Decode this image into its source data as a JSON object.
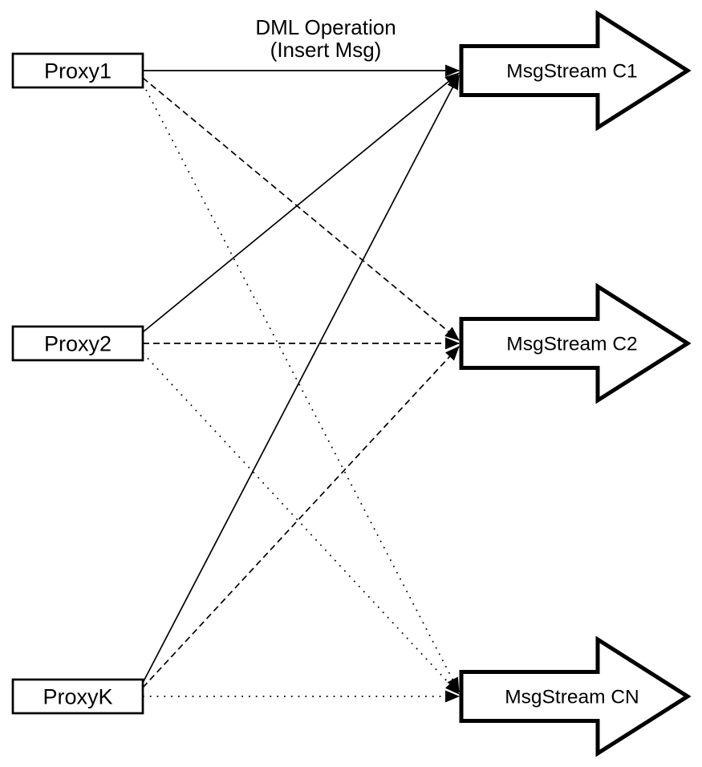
{
  "diagram": {
    "edge_label": {
      "line1": "DML Operation",
      "line2": "(Insert Msg)"
    },
    "proxies": [
      {
        "label": "Proxy1"
      },
      {
        "label": "Proxy2"
      },
      {
        "label": "ProxyK"
      }
    ],
    "streams": [
      {
        "label": "MsgStream C1"
      },
      {
        "label": "MsgStream C2"
      },
      {
        "label": "MsgStream CN"
      }
    ],
    "connections": [
      {
        "from": "Proxy1",
        "to": "MsgStream C1",
        "style": "solid"
      },
      {
        "from": "Proxy2",
        "to": "MsgStream C1",
        "style": "solid"
      },
      {
        "from": "ProxyK",
        "to": "MsgStream C1",
        "style": "solid"
      },
      {
        "from": "Proxy1",
        "to": "MsgStream C2",
        "style": "dashed"
      },
      {
        "from": "Proxy2",
        "to": "MsgStream C2",
        "style": "dashed"
      },
      {
        "from": "ProxyK",
        "to": "MsgStream C2",
        "style": "dashed"
      },
      {
        "from": "Proxy1",
        "to": "MsgStream CN",
        "style": "dotted"
      },
      {
        "from": "Proxy2",
        "to": "MsgStream CN",
        "style": "dotted"
      },
      {
        "from": "ProxyK",
        "to": "MsgStream CN",
        "style": "dotted"
      }
    ],
    "colors": {
      "stroke": "#000000",
      "fill": "#ffffff",
      "background": "#ffffff"
    }
  }
}
